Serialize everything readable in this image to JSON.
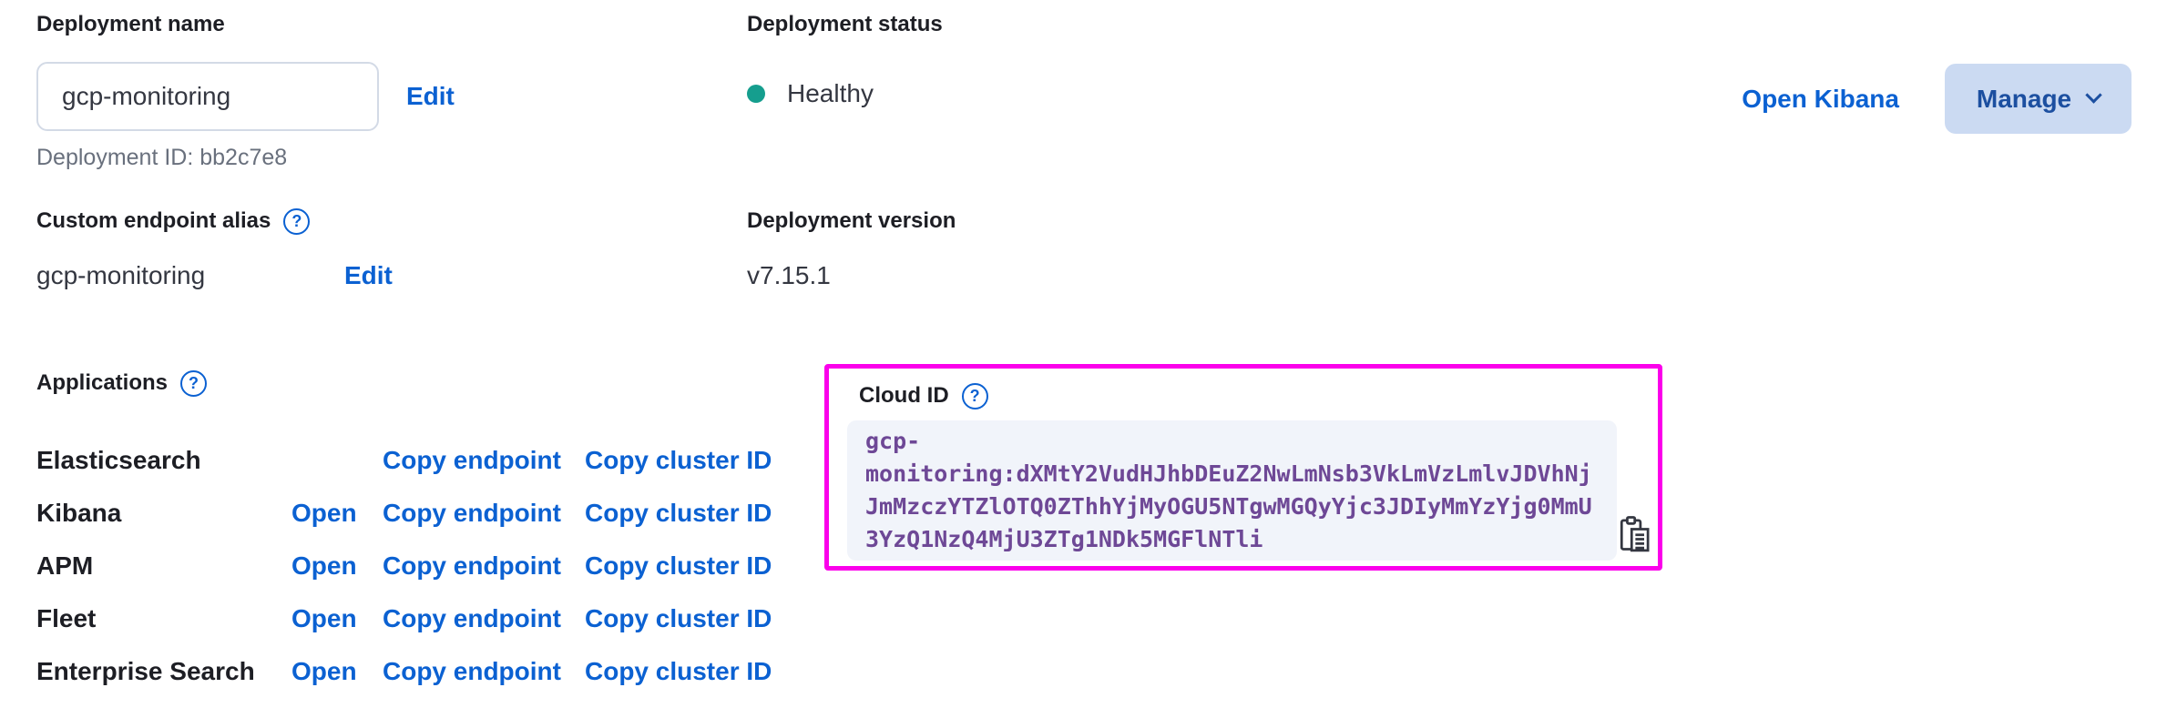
{
  "header": {
    "deployment_name": {
      "label": "Deployment name",
      "value": "gcp-monitoring",
      "edit": "Edit",
      "deployment_id": "Deployment ID: bb2c7e8"
    },
    "status": {
      "label": "Deployment status",
      "value": "Healthy"
    },
    "actions": {
      "open_kibana": "Open Kibana",
      "manage": "Manage"
    }
  },
  "details": {
    "custom_endpoint_alias": {
      "label": "Custom endpoint alias",
      "value": "gcp-monitoring",
      "edit": "Edit"
    },
    "deployment_version": {
      "label": "Deployment version",
      "value": "v7.15.1"
    }
  },
  "applications": {
    "label": "Applications",
    "rows": [
      {
        "name": "Elasticsearch",
        "open": "",
        "copy_endpoint": "Copy endpoint",
        "copy_cluster_id": "Copy cluster ID"
      },
      {
        "name": "Kibana",
        "open": "Open",
        "copy_endpoint": "Copy endpoint",
        "copy_cluster_id": "Copy cluster ID"
      },
      {
        "name": "APM",
        "open": "Open",
        "copy_endpoint": "Copy endpoint",
        "copy_cluster_id": "Copy cluster ID"
      },
      {
        "name": "Fleet",
        "open": "Open",
        "copy_endpoint": "Copy endpoint",
        "copy_cluster_id": "Copy cluster ID"
      },
      {
        "name": "Enterprise Search",
        "open": "Open",
        "copy_endpoint": "Copy endpoint",
        "copy_cluster_id": "Copy cluster ID"
      }
    ]
  },
  "cloud_id": {
    "label": "Cloud ID",
    "value": "gcp-monitoring:dXMtY2VudHJhbDEuZ2NwLmNsb3VkLmVzLmlvJDVhNjJmMzczYTZlOTQ0ZThhYjMyOGU5NTgwMGQyYjc3JDIyMmYzYjg0MmU3YzQ1NzQ4MjU3ZTg1NDk5MGFlNTli"
  },
  "icons": {
    "help": "?",
    "chevron_down": "chevron-down",
    "copy": "copy-clipboard",
    "status_dot": "dot"
  },
  "colors": {
    "link_blue": "#0b61d2",
    "status_green": "#159e8e",
    "manage_button_bg": "#cbdaf2",
    "manage_button_text": "#1c4fa0",
    "code_purple": "#6e4896",
    "code_panel_bg": "#f1f4fa",
    "highlight_magenta": "#fb00eb",
    "muted_gray": "#69707d"
  }
}
